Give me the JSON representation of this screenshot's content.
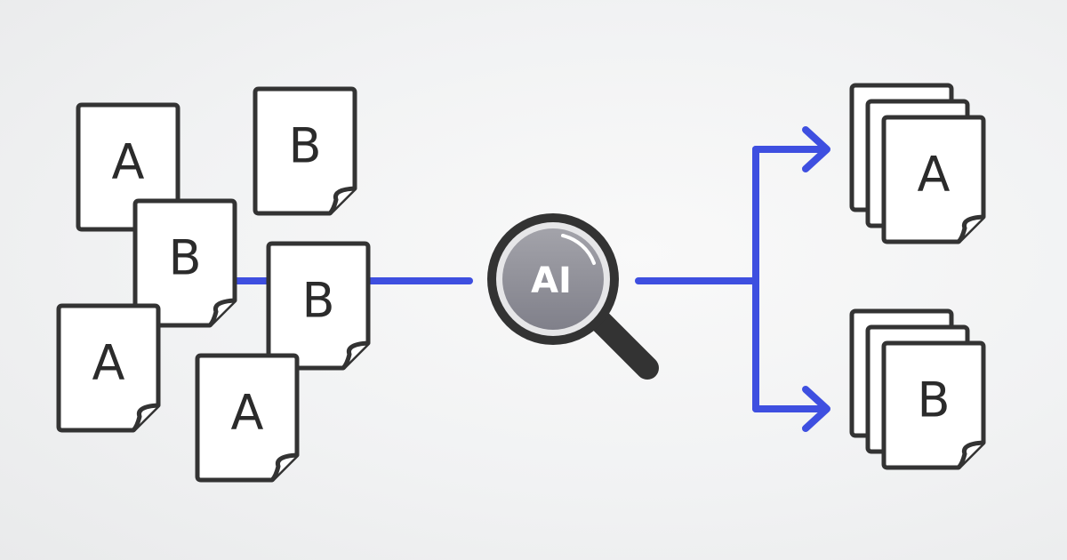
{
  "colors": {
    "accent": "#3e4fe0",
    "outline": "#333333",
    "page": "#ffffff",
    "lens": "#8e8e96"
  },
  "magnifier": {
    "icon": "magnifying-glass-icon",
    "label": "AI"
  },
  "input_documents": [
    {
      "letter": "A"
    },
    {
      "letter": "B"
    },
    {
      "letter": "B"
    },
    {
      "letter": "A"
    },
    {
      "letter": "B"
    },
    {
      "letter": "A"
    }
  ],
  "output_stacks": [
    {
      "letter": "A"
    },
    {
      "letter": "B"
    }
  ]
}
